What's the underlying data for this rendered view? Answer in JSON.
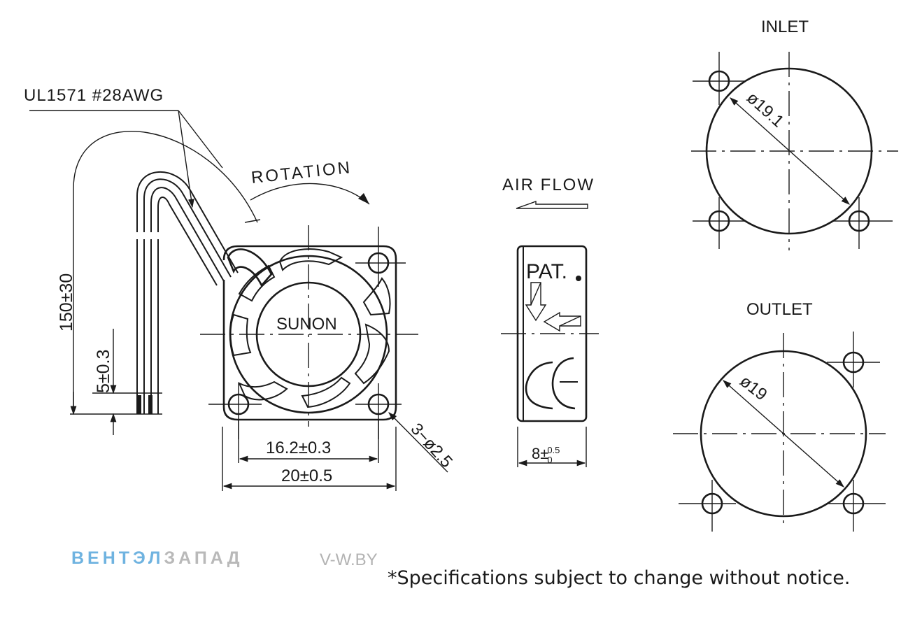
{
  "labels": {
    "wire_spec": "UL1571  #28AWG",
    "rotation": "ROTATION",
    "brand": "SUNON",
    "air_flow": "AIR FLOW",
    "lead_length": "150±30",
    "strip_length": "5±0.3",
    "hole_pitch": "16.2±0.3",
    "frame_width": "20±0.5",
    "holes": "3−ø2.5",
    "thickness_base": "8±",
    "thickness_sup": "0.5",
    "thickness_sub": "0",
    "pat": "PAT.",
    "inlet": "INLET",
    "inlet_diameter": "ø19.1",
    "outlet": "OUTLET",
    "outlet_diameter": "ø19"
  },
  "watermark": {
    "part1": "ВЕНТЭЛ",
    "part2": "ЗАПАД",
    "site": "V-W.BY",
    "color_part1": "#6fb3e0",
    "color_part2": "#b9b9b9"
  },
  "footer": {
    "note": "*Specifications subject to change without notice."
  },
  "colors": {
    "line": "#1a1a1a",
    "background": "#ffffff"
  }
}
